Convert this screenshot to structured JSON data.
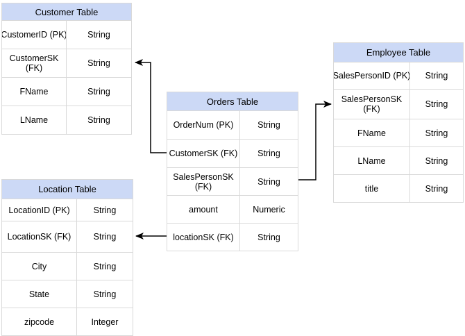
{
  "diagram": {
    "colors": {
      "header_fill": "#ccd9f6",
      "table_border": "#d9d9d9",
      "arrow": "#000000",
      "text": "#000000",
      "background": "#ffffff"
    },
    "tables": [
      {
        "title": "Customer Table",
        "rows": [
          {
            "field": "CustomerID (PK)",
            "type": "String"
          },
          {
            "field": "CustomerSK\n(FK)",
            "type": "String"
          },
          {
            "field": "FName",
            "type": "String"
          },
          {
            "field": "LName",
            "type": "String"
          }
        ]
      },
      {
        "title": "Orders Table",
        "rows": [
          {
            "field": "OrderNum (PK)",
            "type": "String"
          },
          {
            "field": "CustomerSK (FK)",
            "type": "String"
          },
          {
            "field": "SalesPersonSK\n(FK)",
            "type": "String"
          },
          {
            "field": "amount",
            "type": "Numeric"
          },
          {
            "field": "locationSK (FK)",
            "type": "String"
          }
        ]
      },
      {
        "title": "Employee Table",
        "rows": [
          {
            "field": "SalesPersonID (PK)",
            "type": "String"
          },
          {
            "field": "SalesPersonSK\n(FK)",
            "type": "String"
          },
          {
            "field": "FName",
            "type": "String"
          },
          {
            "field": "LName",
            "type": "String"
          },
          {
            "field": "title",
            "type": "String"
          }
        ]
      },
      {
        "title": "Location Table",
        "rows": [
          {
            "field": "LocationID (PK)",
            "type": "String"
          },
          {
            "field": "LocationSK (FK)",
            "type": "String"
          },
          {
            "field": "City",
            "type": "String"
          },
          {
            "field": "State",
            "type": "String"
          },
          {
            "field": "zipcode",
            "type": "Integer"
          }
        ]
      }
    ],
    "relationships": [
      {
        "from": "Orders Table.CustomerSK (FK)",
        "to": "Customer Table.CustomerSK (FK)"
      },
      {
        "from": "Orders Table.SalesPersonSK (FK)",
        "to": "Employee Table.SalesPersonSK (FK)"
      },
      {
        "from": "Orders Table.locationSK (FK)",
        "to": "Location Table.LocationSK (FK)"
      }
    ]
  }
}
